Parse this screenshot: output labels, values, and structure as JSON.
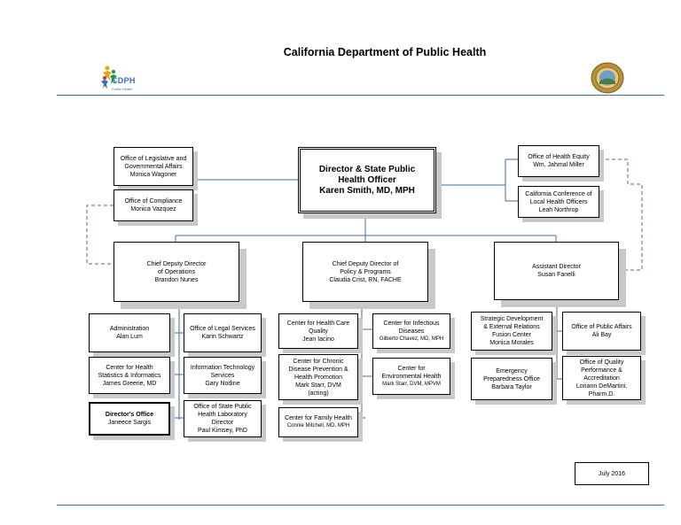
{
  "header": {
    "title": "California Department of Public Health",
    "logo_left": {
      "name": "cdph-logo",
      "text": "CDPH",
      "subtext": "Public Health"
    },
    "logo_right": {
      "name": "california-state-seal"
    }
  },
  "org_chart": {
    "director": [
      "Director & State Public",
      "Health Officer",
      "Karen Smith, MD, MPH"
    ],
    "legislative": [
      "Office of Legislative and",
      "Governmental Affairs",
      "Monica Wagoner"
    ],
    "compliance": [
      "Office of Compliance",
      "Monica Vazquez"
    ],
    "health_equity": [
      "Office of Health Equity",
      "Wm. Jahmal Miller"
    ],
    "ccloho": [
      "California Conference of",
      "Local Health Officers",
      "Leah Northrop"
    ],
    "cdd_operations": [
      "Chief Deputy Director",
      "of Operations",
      "Brandon Nunes"
    ],
    "cdd_policy": [
      "Chief Deputy Director of",
      "Policy & Programs",
      "Claudia Crist, RN, FACHE"
    ],
    "asst_director": [
      "Assistant Director",
      "Susan Fanelli"
    ],
    "administration": [
      "Administration",
      "Alan Lum"
    ],
    "legal": [
      "Office of Legal Services",
      "Karin Schwartz"
    ],
    "chsi": [
      "Center for Health",
      "Statistics & Informatics",
      "James Greene, MD"
    ],
    "it": [
      "Information Technology",
      "Services",
      "Gary Nodine"
    ],
    "directors_office": [
      "Director's Office",
      "Janeece Sargis"
    ],
    "lab": [
      "Office of State Public",
      "Health Laboratory",
      "Director",
      "Paul Kimsey, PhD"
    ],
    "health_care_quality": [
      "Center for Health Care",
      "Quality",
      "Jean Iacino"
    ],
    "infectious_diseases": [
      "Center for Infectious",
      "Diseases",
      "Gilberto Chavez, MD, MPH"
    ],
    "chronic_disease": [
      "Center for Chronic",
      "Disease Prevention &",
      "Health Promotion",
      "Mark Starr, DVM",
      "(acting)"
    ],
    "environmental_health": [
      "Center for",
      "Environmental Health",
      "Mark Starr, DVM, MPVM"
    ],
    "family_health": [
      "Center for Family Health",
      "Connie Mitchell, MD, MPH"
    ],
    "strategic_dev": [
      "Strategic Development",
      "& External Relations",
      "Fusion Center",
      "Monica Morales"
    ],
    "public_affairs": [
      "Office of Public Affairs",
      "Ali Bay"
    ],
    "emergency": [
      "Emergency",
      "Preparedness Office",
      "Barbara Taylor"
    ],
    "quality_accreditation": [
      "Office of Quality",
      "Performance &",
      "Accreditation",
      "Loriann DeMartini,",
      "Pharm.D."
    ]
  },
  "footer": {
    "date": "July 2016"
  },
  "colors": {
    "connector": "#3d6e9c",
    "rule": "#3d6e9c",
    "shadow": "#c9c9c9"
  }
}
